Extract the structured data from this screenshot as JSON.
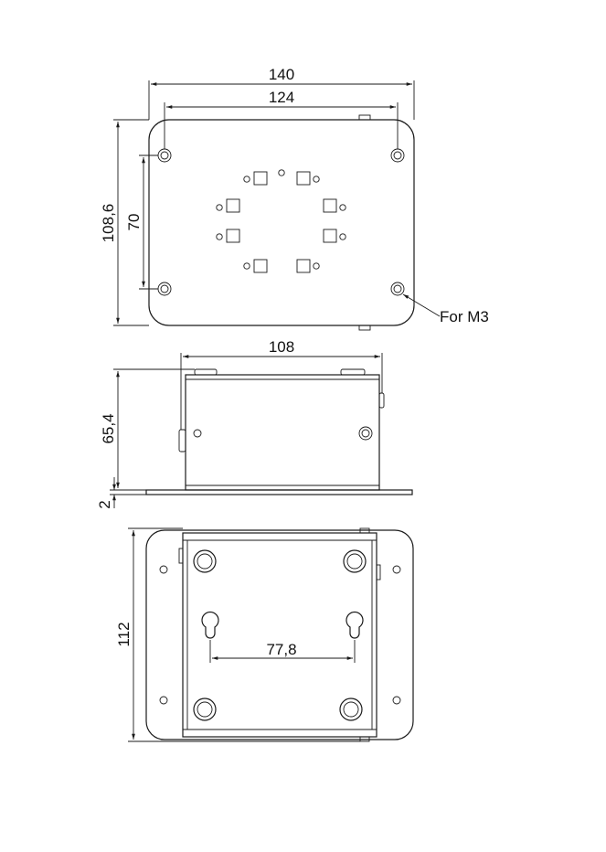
{
  "top_view": {
    "width_outer": "140",
    "width_holes": "124",
    "height_outer": "108,6",
    "height_holes": "70",
    "hole_note": "For M3"
  },
  "side_view": {
    "width": "108",
    "height": "65,4",
    "plate_thickness": "2"
  },
  "bottom_view": {
    "height": "112",
    "slot_spacing": "77,8"
  }
}
